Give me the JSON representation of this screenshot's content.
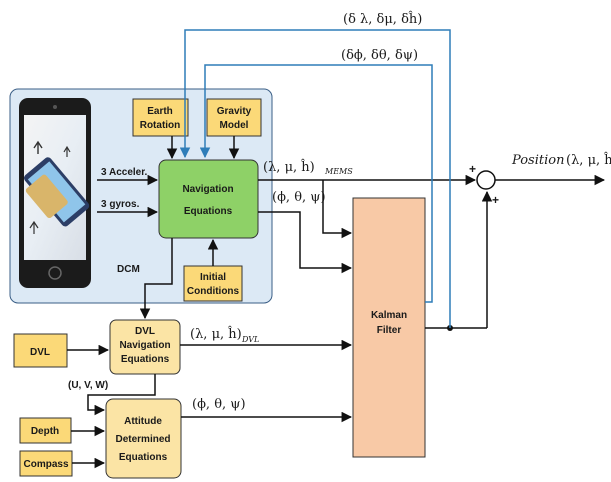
{
  "blocks": {
    "earth_rotation": [
      "Earth",
      "Rotation"
    ],
    "gravity_model": [
      "Gravity",
      "Model"
    ],
    "navigation_equations": [
      "Navigation",
      "Equations"
    ],
    "initial_conditions": [
      "Initial",
      "Conditions"
    ],
    "kalman_filter": [
      "Kalman",
      "Filter"
    ],
    "dvl": "DVL",
    "dvl_nav_equations": [
      "DVL",
      "Navigation",
      "Equations"
    ],
    "depth": "Depth",
    "compass": "Compass",
    "attitude_equations": [
      "Attitude",
      "Determined",
      "Equations"
    ]
  },
  "labels": {
    "accel": "3 Acceler.",
    "gyros": "3 gyros.",
    "dcm": "DCM",
    "uvw": "(U, V, W)",
    "pos_mems": "(λ, μ, ĥ)",
    "mems_sub": "MEMS",
    "att_mems": "(ϕ, θ, ψ)",
    "pos_dvl": "(λ, μ, ĥ)",
    "dvl_sub": "DVL",
    "att_det": "(ϕ, θ, ψ)",
    "pos_corr": "(δ λ, δμ, δĥ)",
    "att_corr": "(δϕ, δθ, δψ)",
    "position_word": "Position",
    "position_vars": "(λ, μ, ĥ)",
    "plus_top": "+",
    "plus_bottom": "+"
  },
  "colors": {
    "feedback_line": "#2f7db8",
    "imu_panel": "#dce9f5",
    "yellow_block": "#fbd978",
    "green_block": "#8ed167",
    "kalman_block": "#f8c9a6",
    "dvl_block": "#fbe4a5"
  },
  "icons": [
    "smartphone-icon"
  ]
}
